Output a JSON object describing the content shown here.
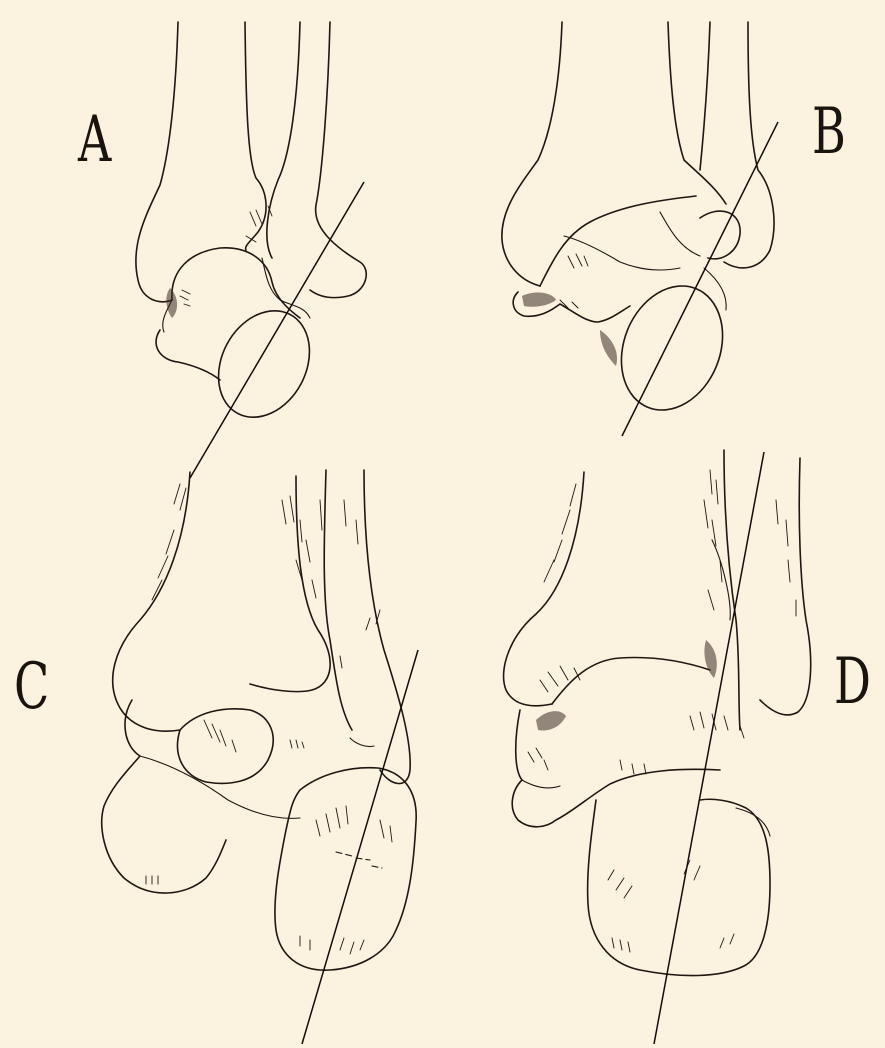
{
  "figure": {
    "labels": {
      "a": "A",
      "b": "B",
      "c": "C",
      "d": "D"
    },
    "colors": {
      "paper": "#fbf2df",
      "ink": "#1e1712"
    }
  }
}
